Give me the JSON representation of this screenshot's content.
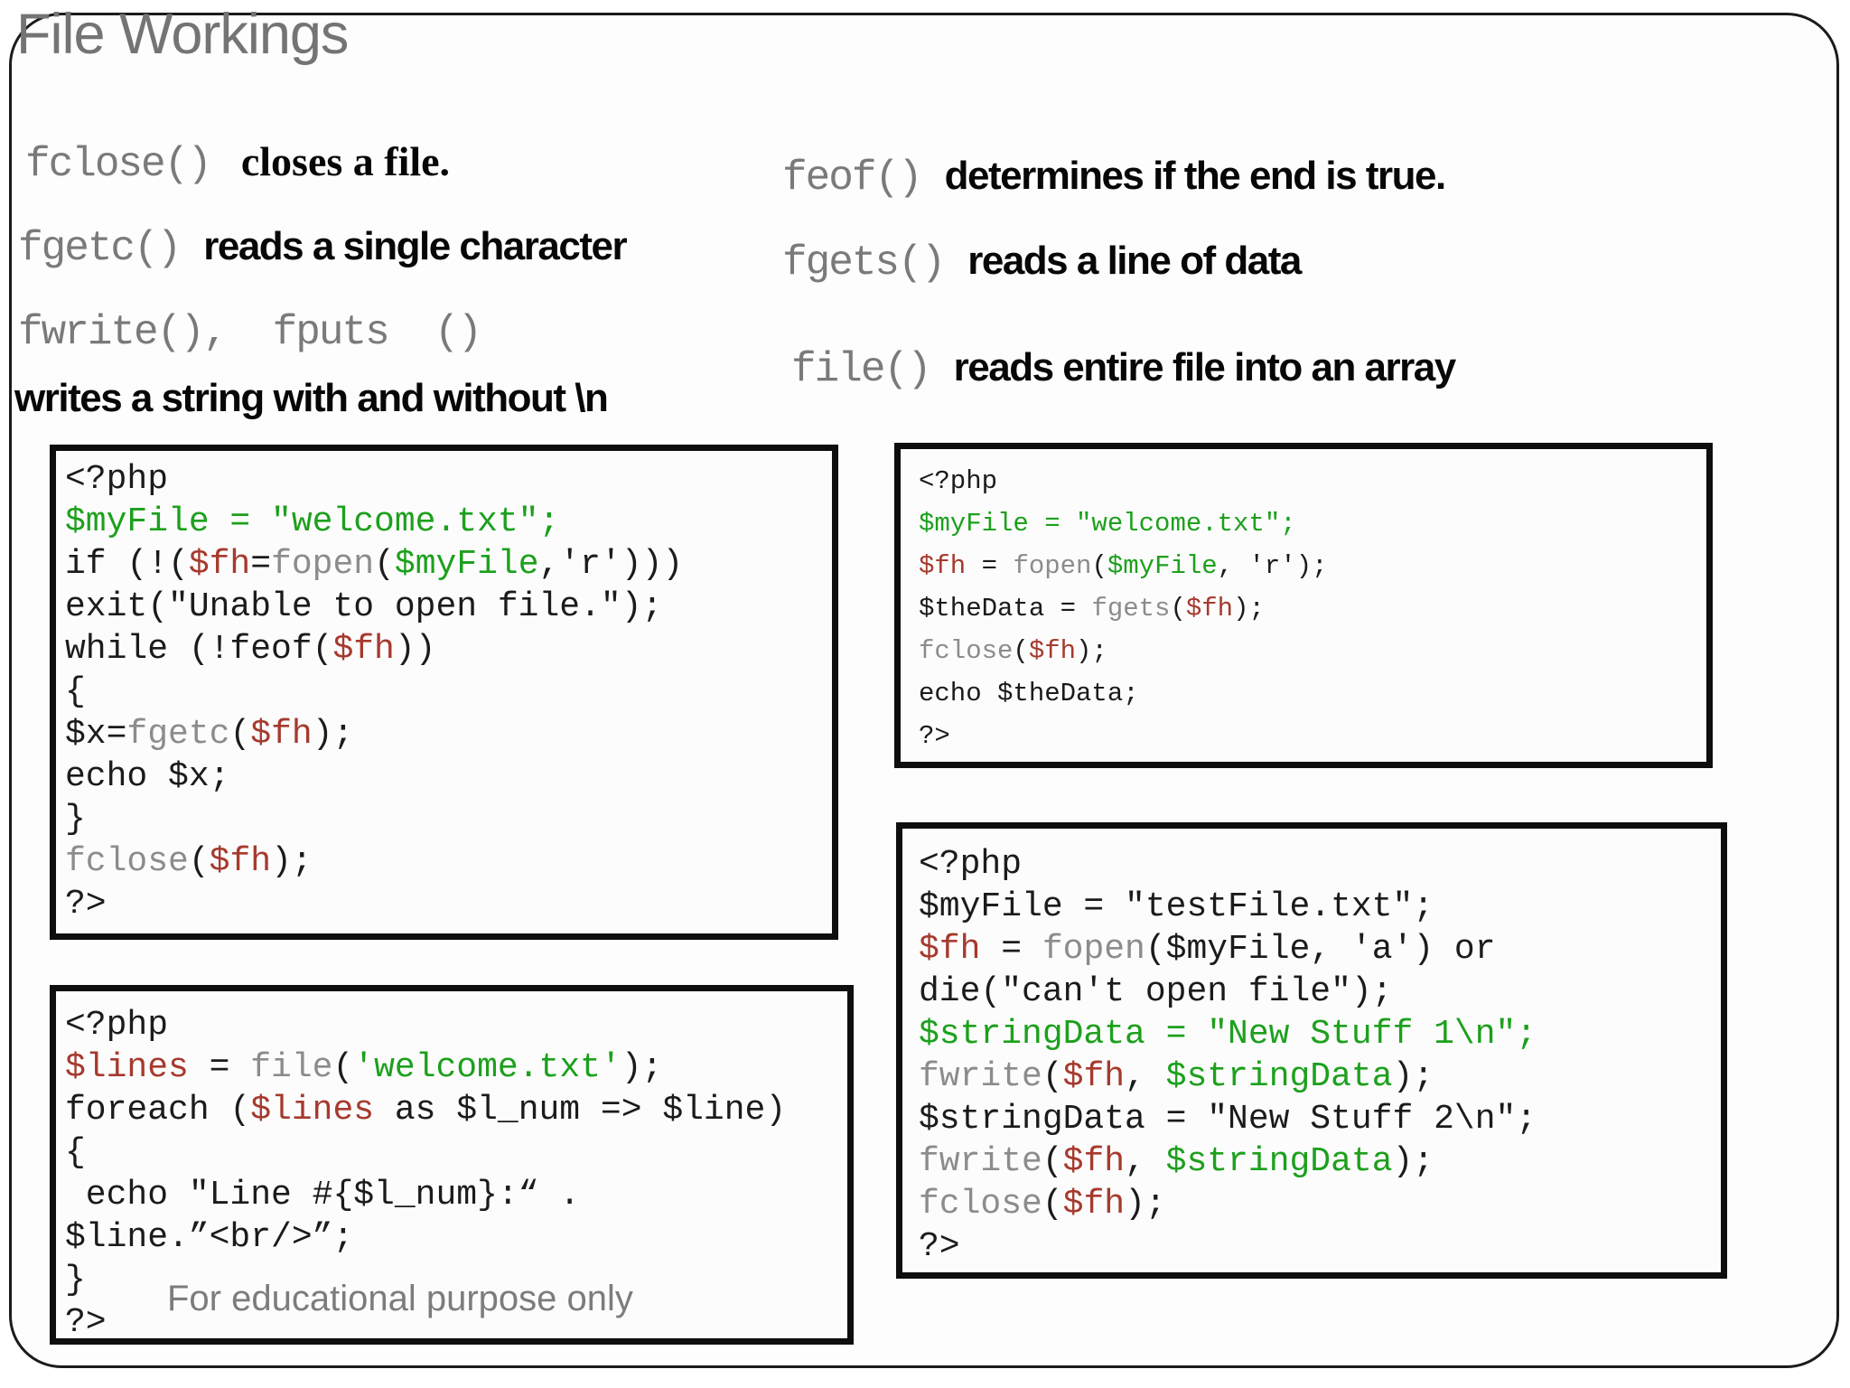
{
  "title": "File Workings",
  "colors": {
    "green": "#1da01d",
    "red": "#a63a2e",
    "gray": "#8c8c8c",
    "title_gray": "#747474",
    "label_gray": "#7a7a7a",
    "code_black": "#1b1b1b",
    "border_black": "#1b1b1b"
  },
  "headers": {
    "fclose": {
      "fn": "fclose()",
      "desc": "closes a file."
    },
    "fgetc": {
      "fn": "fgetc()",
      "desc": "reads a single character"
    },
    "fwrite": {
      "fn": "fwrite(),  fputs  ()",
      "desc": ""
    },
    "writes": {
      "desc": "writes a string with and without \\n"
    },
    "feof": {
      "fn": "feof()",
      "desc": "determines if the end is true."
    },
    "fgets": {
      "fn": "fgets()",
      "desc": "reads a line of data"
    },
    "file": {
      "fn": "file()",
      "desc": "reads entire file into an array"
    }
  },
  "notes": {
    "educational": "For educational purpose only"
  },
  "code_boxes": {
    "box1": {
      "lines": [
        [
          {
            "c": "k",
            "t": "<?php"
          }
        ],
        [
          {
            "c": "g",
            "t": "$myFile = \"welcome.txt\";"
          }
        ],
        [
          {
            "c": "k",
            "t": "if (!("
          },
          {
            "c": "r",
            "t": "$fh"
          },
          {
            "c": "k",
            "t": "="
          },
          {
            "c": "f",
            "t": "fopen"
          },
          {
            "c": "k",
            "t": "("
          },
          {
            "c": "g",
            "t": "$myFile"
          },
          {
            "c": "k",
            "t": ",'r')))"
          }
        ],
        [
          {
            "c": "k",
            "t": "exit(\"Unable to open file.\");"
          }
        ],
        [
          {
            "c": "k",
            "t": "while (!feof("
          },
          {
            "c": "r",
            "t": "$fh"
          },
          {
            "c": "k",
            "t": "))"
          }
        ],
        [
          {
            "c": "k",
            "t": "{"
          }
        ],
        [
          {
            "c": "k",
            "t": "$x="
          },
          {
            "c": "f",
            "t": "fgetc"
          },
          {
            "c": "k",
            "t": "("
          },
          {
            "c": "r",
            "t": "$fh"
          },
          {
            "c": "k",
            "t": ");"
          }
        ],
        [
          {
            "c": "k",
            "t": "echo $x;"
          }
        ],
        [
          {
            "c": "k",
            "t": "}"
          }
        ],
        [
          {
            "c": "f",
            "t": "fclose"
          },
          {
            "c": "k",
            "t": "("
          },
          {
            "c": "r",
            "t": "$fh"
          },
          {
            "c": "k",
            "t": ");"
          }
        ],
        [
          {
            "c": "k",
            "t": "?>"
          }
        ]
      ]
    },
    "box2": {
      "lines": [
        [
          {
            "c": "k",
            "t": "<?php"
          }
        ],
        [
          {
            "c": "g",
            "t": "$myFile = \"welcome.txt\";"
          }
        ],
        [
          {
            "c": "r",
            "t": "$fh"
          },
          {
            "c": "k",
            "t": " = "
          },
          {
            "c": "f",
            "t": "fopen"
          },
          {
            "c": "k",
            "t": "("
          },
          {
            "c": "g",
            "t": "$myFile"
          },
          {
            "c": "k",
            "t": ", 'r');"
          }
        ],
        [
          {
            "c": "k",
            "t": "$theData = "
          },
          {
            "c": "f",
            "t": "fgets"
          },
          {
            "c": "k",
            "t": "("
          },
          {
            "c": "r",
            "t": "$fh"
          },
          {
            "c": "k",
            "t": ");"
          }
        ],
        [
          {
            "c": "f",
            "t": "fclose"
          },
          {
            "c": "k",
            "t": "("
          },
          {
            "c": "r",
            "t": "$fh"
          },
          {
            "c": "k",
            "t": ");"
          }
        ],
        [
          {
            "c": "k",
            "t": "echo $theData;"
          }
        ],
        [
          {
            "c": "k",
            "t": "?>"
          }
        ]
      ]
    },
    "box3": {
      "lines": [
        [
          {
            "c": "k",
            "t": "<?php"
          }
        ],
        [
          {
            "c": "r",
            "t": "$lines"
          },
          {
            "c": "k",
            "t": " = "
          },
          {
            "c": "f",
            "t": "file"
          },
          {
            "c": "k",
            "t": "("
          },
          {
            "c": "g",
            "t": "'welcome.txt'"
          },
          {
            "c": "k",
            "t": ");"
          }
        ],
        [
          {
            "c": "k",
            "t": "foreach ("
          },
          {
            "c": "r",
            "t": "$lines"
          },
          {
            "c": "k",
            "t": " as $l_num => $line)"
          }
        ],
        [
          {
            "c": "k",
            "t": "{"
          }
        ],
        [
          {
            "c": "k",
            "t": " echo \"Line #{$l_num}:“ ."
          }
        ],
        [
          {
            "c": "k",
            "t": "$line.”<br/>”;"
          }
        ],
        [
          {
            "c": "k",
            "t": "}"
          }
        ],
        [
          {
            "c": "k",
            "t": "?>"
          }
        ]
      ]
    },
    "box4": {
      "lines": [
        [
          {
            "c": "k",
            "t": "<?php"
          }
        ],
        [
          {
            "c": "k",
            "t": "$myFile = \"testFile.txt\";"
          }
        ],
        [
          {
            "c": "r",
            "t": "$fh"
          },
          {
            "c": "k",
            "t": " = "
          },
          {
            "c": "f",
            "t": "fopen"
          },
          {
            "c": "k",
            "t": "($myFile, 'a') or"
          }
        ],
        [
          {
            "c": "k",
            "t": "die(\"can't open file\");"
          }
        ],
        [
          {
            "c": "g",
            "t": "$stringData = \"New Stuff 1\\n\";"
          }
        ],
        [
          {
            "c": "f",
            "t": "fwrite"
          },
          {
            "c": "k",
            "t": "("
          },
          {
            "c": "r",
            "t": "$fh"
          },
          {
            "c": "k",
            "t": ", "
          },
          {
            "c": "g",
            "t": "$stringData"
          },
          {
            "c": "k",
            "t": ");"
          }
        ],
        [
          {
            "c": "k",
            "t": "$stringData = \"New Stuff 2\\n\";"
          }
        ],
        [
          {
            "c": "f",
            "t": "fwrite"
          },
          {
            "c": "k",
            "t": "("
          },
          {
            "c": "r",
            "t": "$fh"
          },
          {
            "c": "k",
            "t": ", "
          },
          {
            "c": "g",
            "t": "$stringData"
          },
          {
            "c": "k",
            "t": ");"
          }
        ],
        [
          {
            "c": "f",
            "t": "fclose"
          },
          {
            "c": "k",
            "t": "("
          },
          {
            "c": "r",
            "t": "$fh"
          },
          {
            "c": "k",
            "t": ");"
          }
        ],
        [
          {
            "c": "k",
            "t": "?>"
          }
        ]
      ]
    }
  }
}
